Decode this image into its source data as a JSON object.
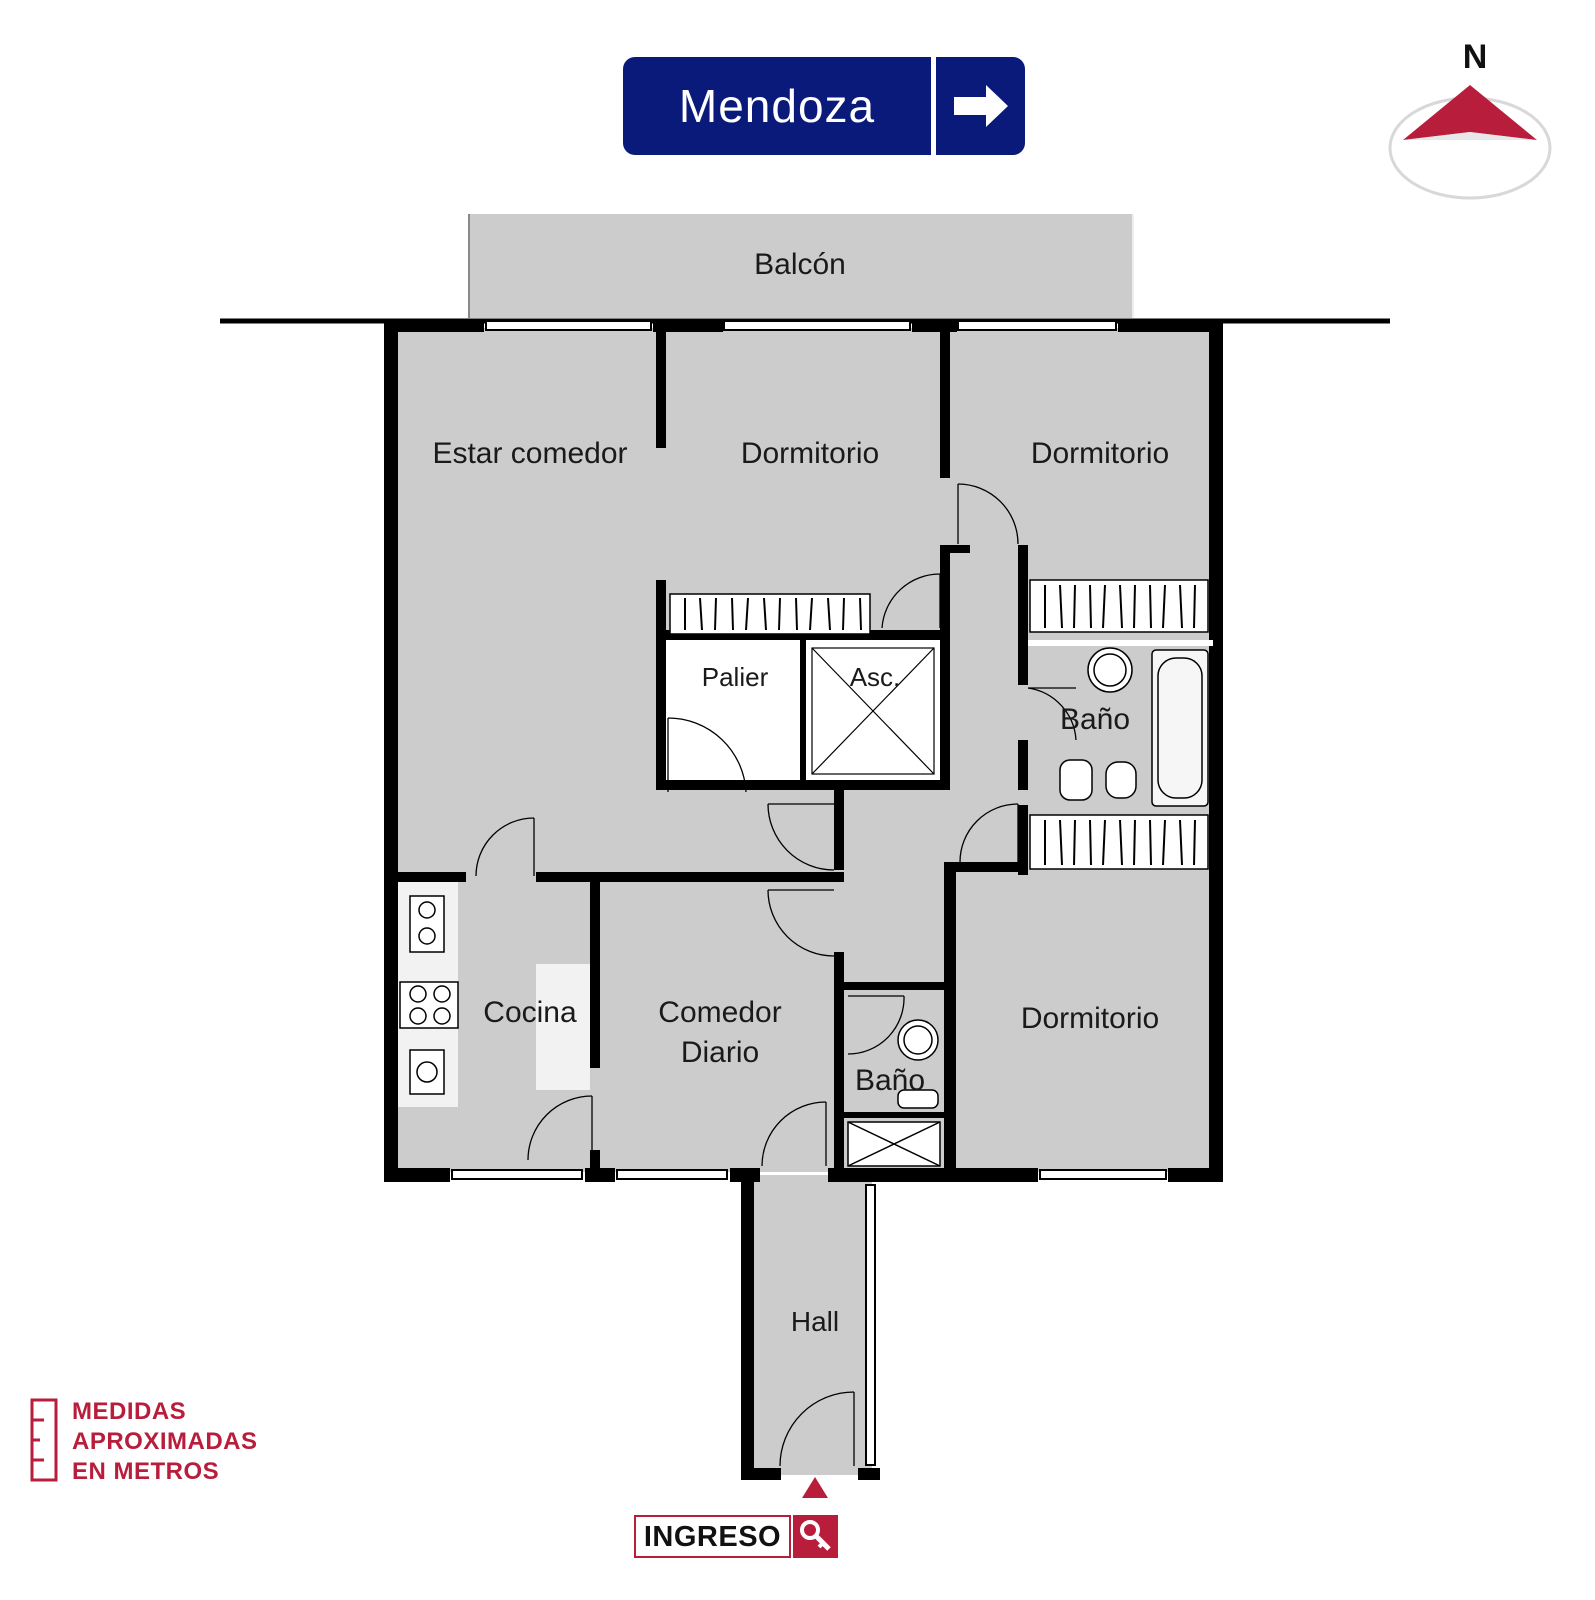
{
  "street": {
    "name": "Mendoza"
  },
  "rooms": {
    "balcon": "Balcón",
    "estar": "Estar comedor",
    "dorm1": "Dormitorio",
    "dorm2": "Dormitorio",
    "dorm3": "Dormitorio",
    "palier": "Palier",
    "asc": "Asc.",
    "bano1": "Baño",
    "bano2": "Baño",
    "cocina": "Cocina",
    "comedor_line1": "Comedor",
    "comedor_line2": "Diario",
    "hall": "Hall"
  },
  "compass": {
    "north": "N"
  },
  "legend": {
    "line1": "MEDIDAS",
    "line2": "APROXIMADAS",
    "line3": "EN METROS"
  },
  "entrance": {
    "label": "INGRESO"
  },
  "icons": {
    "street_arrow": "arrow-right-icon",
    "compass": "north-arrow-icon",
    "ruler": "ruler-icon",
    "key": "key-icon",
    "entrance_arrow": "triangle-up-icon"
  },
  "colors": {
    "street_bg": "#0a1a7a",
    "accent": "#b81e3b",
    "floor": "#cccccc",
    "wall": "#000000"
  }
}
